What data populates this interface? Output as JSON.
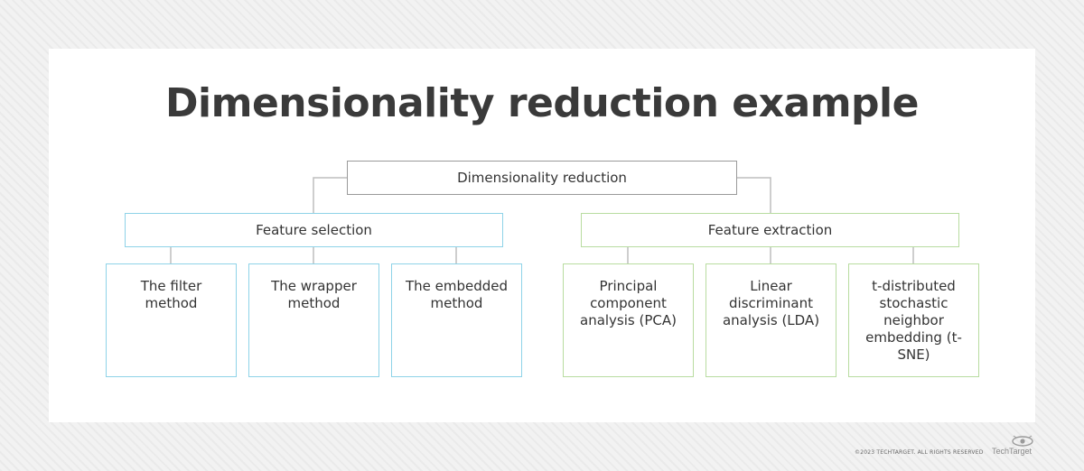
{
  "title": "Dimensionality reduction example",
  "root": {
    "label": "Dimensionality reduction"
  },
  "branches": [
    {
      "label": "Feature selection",
      "color": "#8ed3e8",
      "leaves": [
        "The filter method",
        "The wrapper method",
        "The embedded method"
      ]
    },
    {
      "label": "Feature extraction",
      "color": "#b8dca0",
      "leaves": [
        "Principal component analysis (PCA)",
        "Linear discriminant analysis (LDA)",
        "t-distributed stochastic neighbor embedding (t-SNE)"
      ]
    }
  ],
  "footer": {
    "copyright": "©2023 TECHTARGET. ALL RIGHTS RESERVED",
    "logo_text": "TechTarget",
    "logo_icon": "eye-icon"
  }
}
